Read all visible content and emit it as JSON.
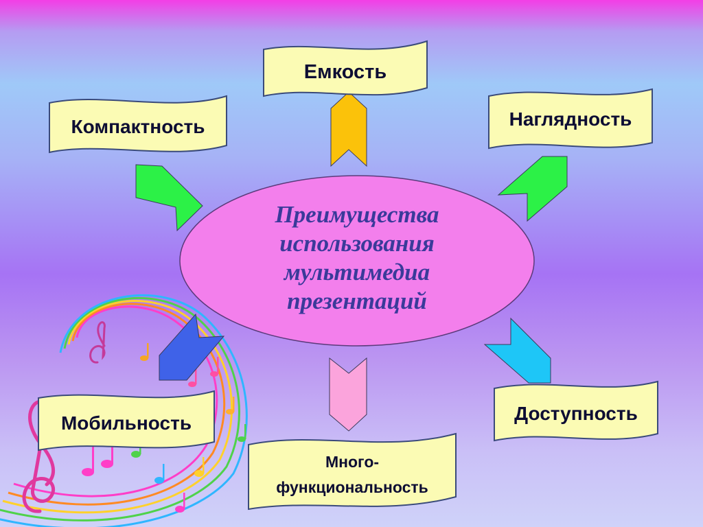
{
  "diagram": {
    "center_title": {
      "line1": "Преимущества",
      "line2": "использования",
      "line3": "мультимедиа",
      "line4": "презентаций"
    },
    "nodes": {
      "top": "Емкость",
      "top_left": "Компактность",
      "top_right": "Наглядность",
      "bottom_left": "Мобильность",
      "bottom_right": "Доступность",
      "bottom_line1": "Много-",
      "bottom_line2": "функциональность"
    }
  },
  "colors": {
    "banner_fill": "#fbfbb4",
    "ellipse_fill": "#f37fec",
    "arrow_top": "#fbc20a",
    "arrow_top_left": "#2cf147",
    "arrow_top_right": "#2cf147",
    "arrow_bottom_left": "#3f62e8",
    "arrow_bottom": "#fba4dc",
    "arrow_bottom_right": "#1ec6f7"
  },
  "icons": [
    "treble-clef-icon",
    "music-note-icon",
    "music-staff-swirl"
  ]
}
